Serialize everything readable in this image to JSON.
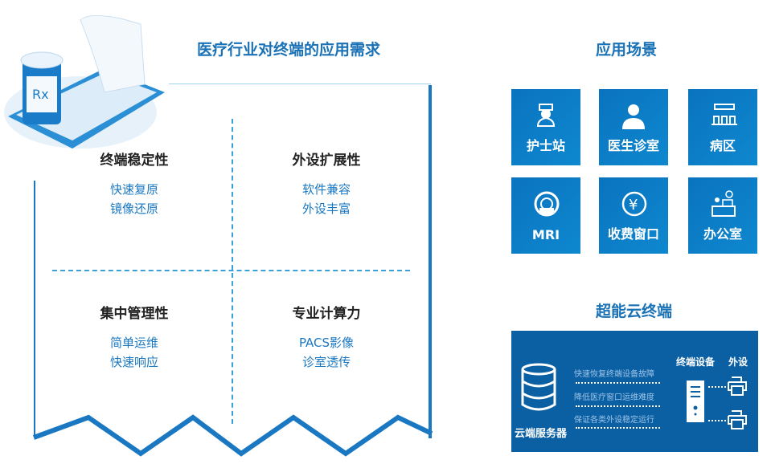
{
  "left": {
    "title": "医疗行业对终端的应用需求",
    "quadrants": [
      {
        "heading": "终端稳定性",
        "lines": [
          "快速复原",
          "镜像还原"
        ]
      },
      {
        "heading": "外设扩展性",
        "lines": [
          "软件兼容",
          "外设丰富"
        ]
      },
      {
        "heading": "集中管理性",
        "lines": [
          "简单运维",
          "快速响应"
        ]
      },
      {
        "heading": "专业计算力",
        "lines": [
          "PACS影像",
          "诊室透传"
        ]
      }
    ]
  },
  "scenes": {
    "title": "应用场景",
    "tiles": [
      {
        "label": "护士站",
        "icon": "nurse-icon"
      },
      {
        "label": "医生诊室",
        "icon": "doctor-icon"
      },
      {
        "label": "病区",
        "icon": "ward-icon"
      },
      {
        "label": "MRI",
        "icon": "mri-icon"
      },
      {
        "label": "收费窗口",
        "icon": "yuan-icon"
      },
      {
        "label": "办公室",
        "icon": "office-icon"
      }
    ]
  },
  "cloud": {
    "title": "超能云终端",
    "server_label": "云端服务器",
    "terminal_label": "终端设备",
    "peripheral_label": "外设",
    "arrows": [
      "快速恢复终端设备故障",
      "降低医疗窗口运维难度",
      "保证各类外设稳定运行"
    ]
  },
  "colors": {
    "primary": "#0a73bf",
    "dark": "#0b5fa3",
    "text": "#1a78c2"
  }
}
